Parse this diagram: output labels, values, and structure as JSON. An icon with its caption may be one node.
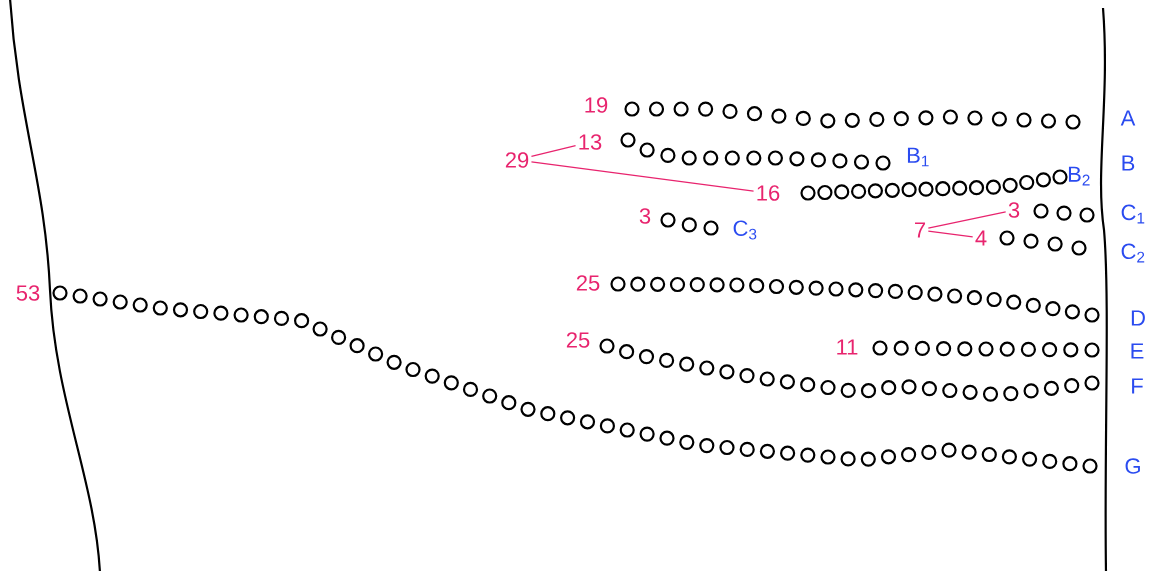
{
  "diagram": {
    "nodes": [
      {
        "text": [
          "29"
        ]
      },
      {
        "text": [
          "13"
        ]
      },
      {
        "text": [
          "16"
        ]
      },
      {
        "text": [
          "7"
        ]
      },
      {
        "text": [
          "3"
        ]
      },
      {
        "text": [
          "4"
        ]
      }
    ],
    "edges": [
      {
        "from": 0,
        "to": 1,
        "arrow": "none"
      },
      {
        "from": 0,
        "to": 2,
        "arrow": "none"
      },
      {
        "from": 3,
        "to": 4,
        "arrow": "none"
      },
      {
        "from": 3,
        "to": 5,
        "arrow": "none"
      }
    ],
    "labels": [
      "19",
      "A",
      "B$_{1}$",
      "B",
      "B$_{2}$",
      "3",
      "C$_{3}$",
      "C$_{1}$",
      "C$_{2}$",
      "53",
      "25",
      "D",
      "25",
      "11",
      "E",
      "F",
      "G"
    ]
  }
}
